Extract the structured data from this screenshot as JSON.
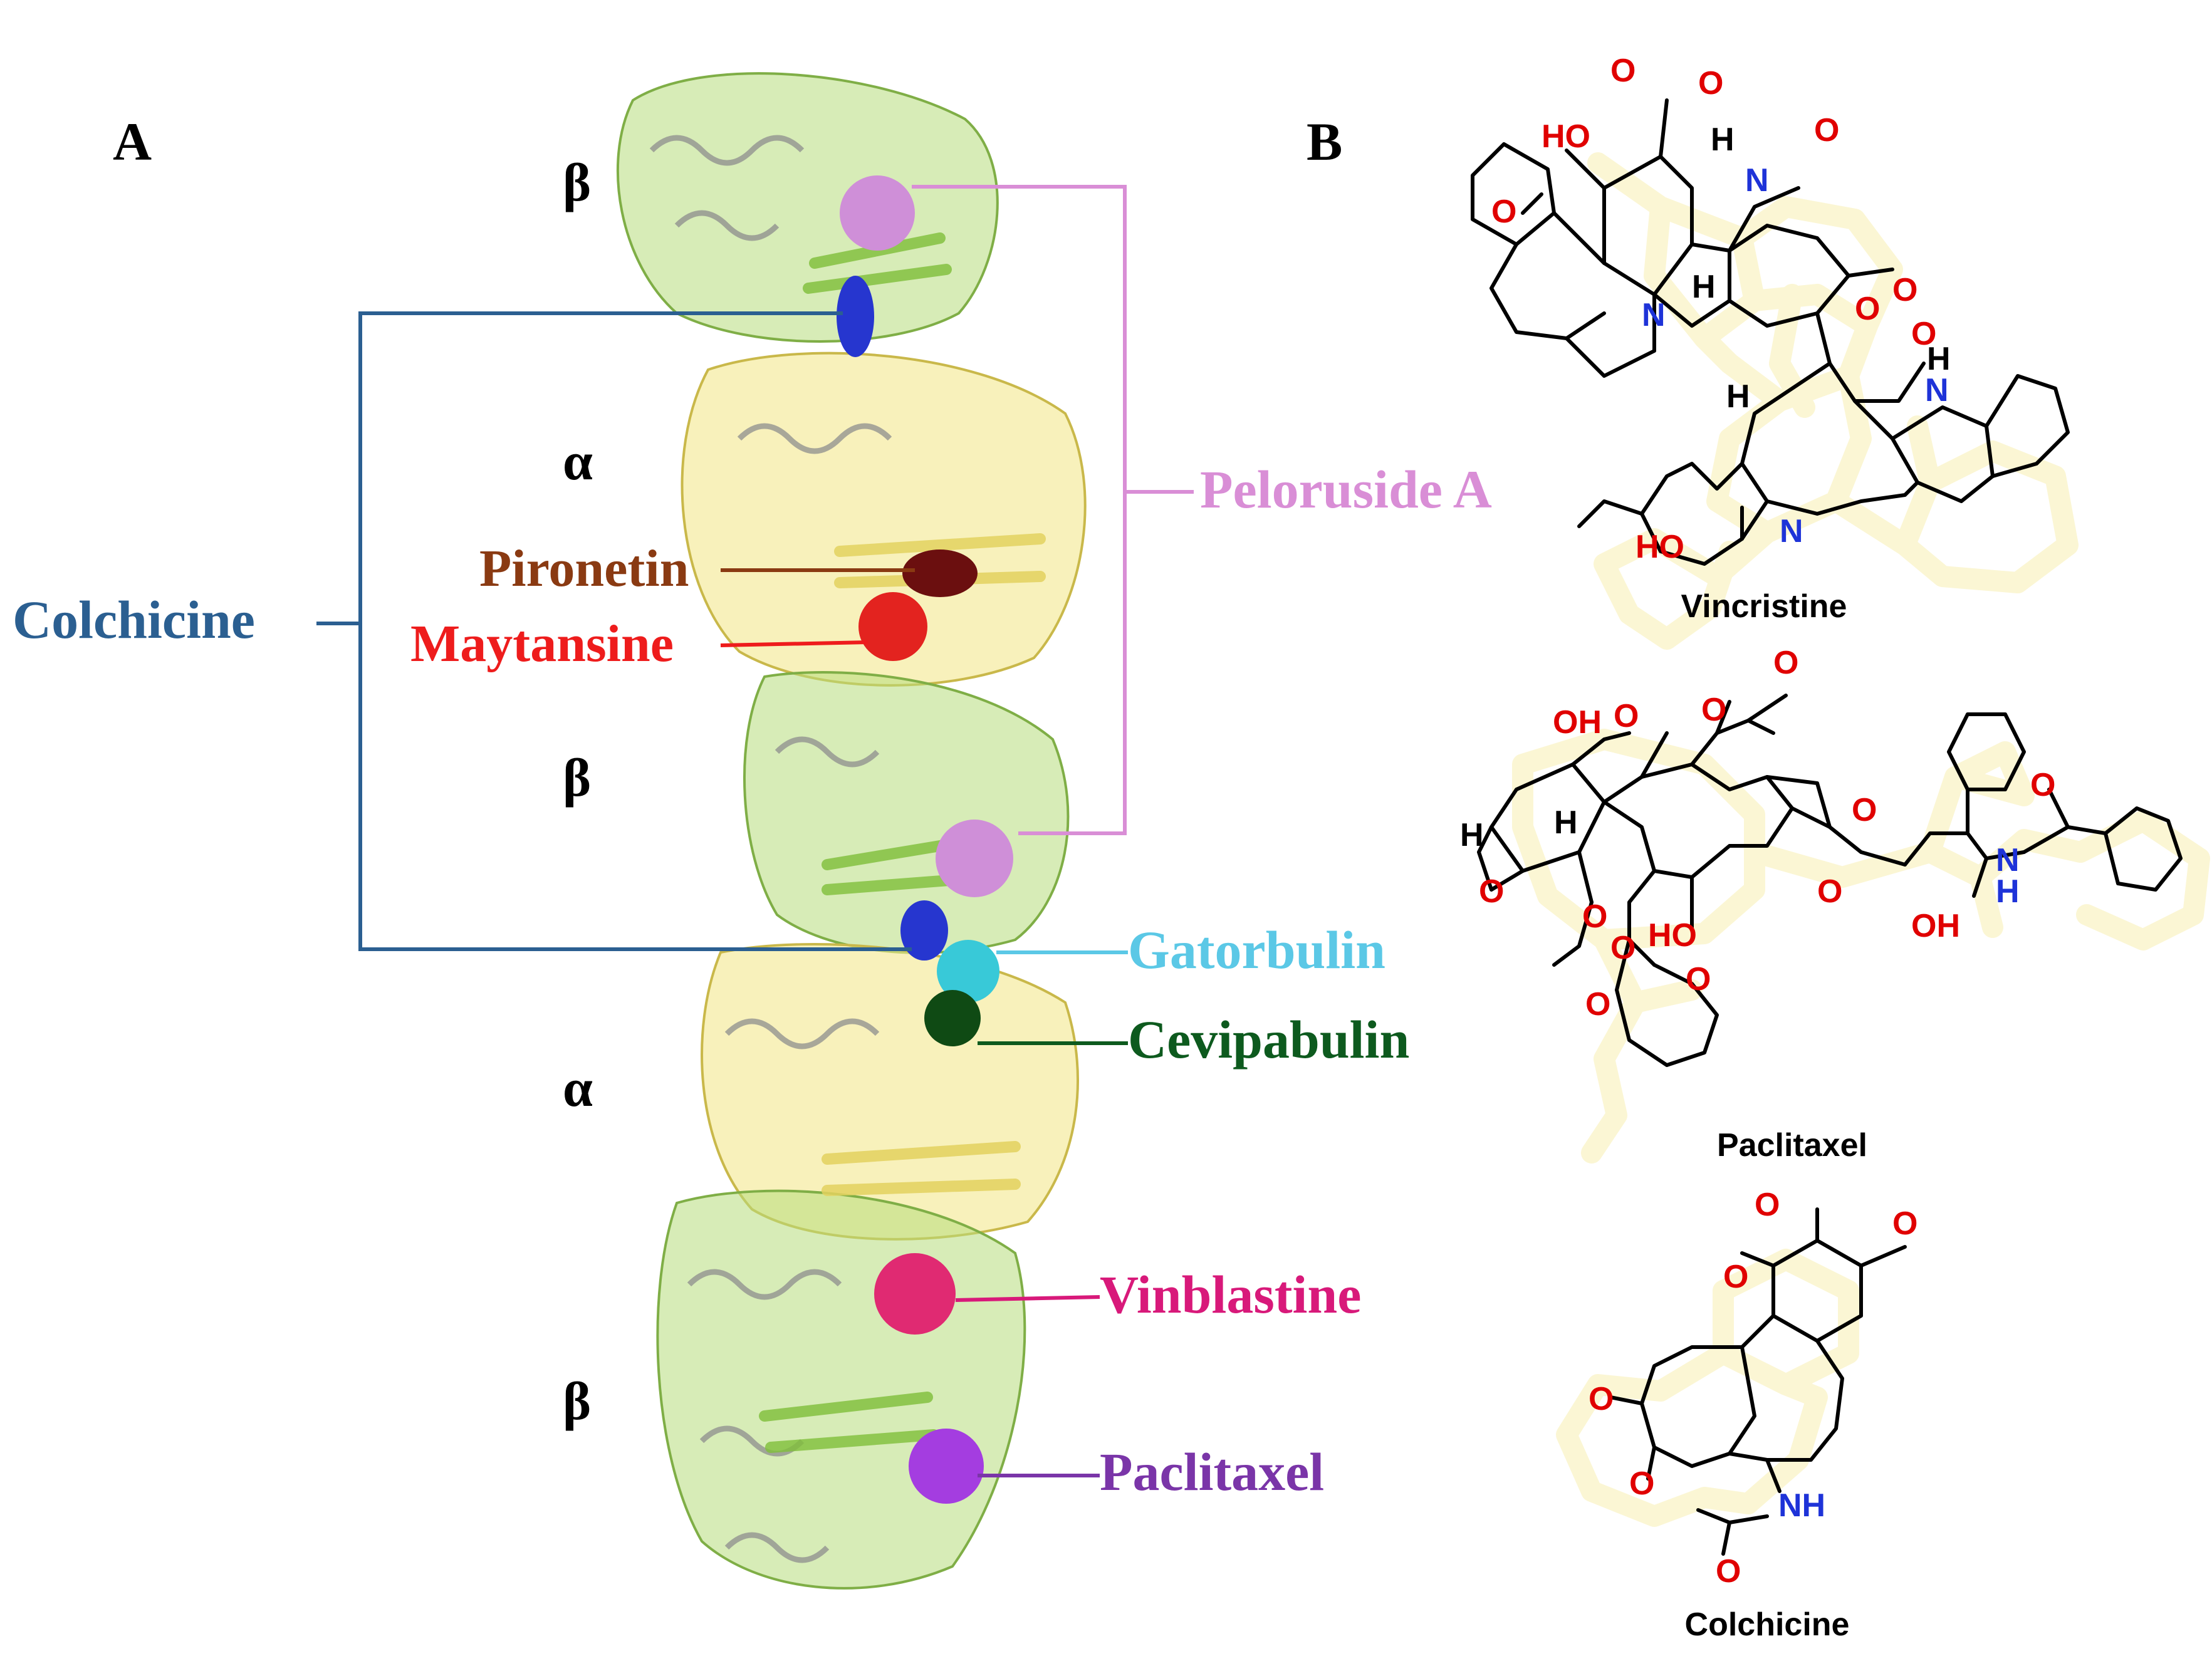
{
  "panel_labels": {
    "a": "A",
    "b": "B"
  },
  "subunits": [
    "β",
    "α",
    "β",
    "α",
    "β"
  ],
  "binding_sites": {
    "colchicine": {
      "label": "Colchicine",
      "color": "#2b5f91"
    },
    "peloruside": {
      "label": "Peloruside A",
      "color": "#d98ed6"
    },
    "pironetin": {
      "label": "Pironetin",
      "color": "#8a3a12"
    },
    "maytansine": {
      "label": "Maytansine",
      "color": "#ee1c1c"
    },
    "gatorbulin": {
      "label": "Gatorbulin",
      "color": "#5bc8e6"
    },
    "cevipabulin": {
      "label": "Cevipabulin",
      "color": "#0d5a1e"
    },
    "vinblastine": {
      "label": "Vinblastine",
      "color": "#d8197a"
    },
    "paclitaxel": {
      "label": "Paclitaxel",
      "color": "#7a35a8"
    }
  },
  "structures": {
    "vincristine": {
      "name": "Vincristine",
      "atoms": {
        "o1": "O",
        "o2": "O",
        "o3": "O",
        "ho1": "HO",
        "h1": "H",
        "n1": "N",
        "o4": "O",
        "o5": "O",
        "h2": "H",
        "n2": "N",
        "o6": "O",
        "o7": "O",
        "nh": "N",
        "nh_h": "H",
        "h3": "H",
        "ho2": "HO",
        "n3": "N"
      }
    },
    "paclitaxel": {
      "name": "Paclitaxel",
      "atoms": {
        "oh1": "OH",
        "o1": "O",
        "o2": "O",
        "o3": "O",
        "h1": "H",
        "h2": "H",
        "o4": "O",
        "o5": "O",
        "o6": "O",
        "ho": "HO",
        "o7": "O",
        "o8": "O",
        "o9": "O",
        "o10": "O",
        "oh2": "OH",
        "n": "N",
        "n_h": "H",
        "o11": "O"
      }
    },
    "colchicine": {
      "name": "Colchicine",
      "atoms": {
        "o1": "O",
        "o2": "O",
        "o3": "O",
        "o4": "O",
        "o5": "O",
        "nh": "NH",
        "o6": "O"
      }
    }
  },
  "colors": {
    "beta_ribbon": "#a7d36a",
    "alpha_ribbon": "#efe07c",
    "coil": "#8d8d8d",
    "colchicine_ligand": "#2636cf",
    "peloruside_ligand": "#cf8fd8",
    "pironetin_ligand": "#6b0f0f",
    "maytansine_ligand": "#e3231f",
    "gatorbulin_ligand": "#38c9d8",
    "cevipabulin_ligand": "#0f4a14",
    "vinblastine_ligand": "#e02a72",
    "paclitaxel_ligand": "#a43de0"
  }
}
